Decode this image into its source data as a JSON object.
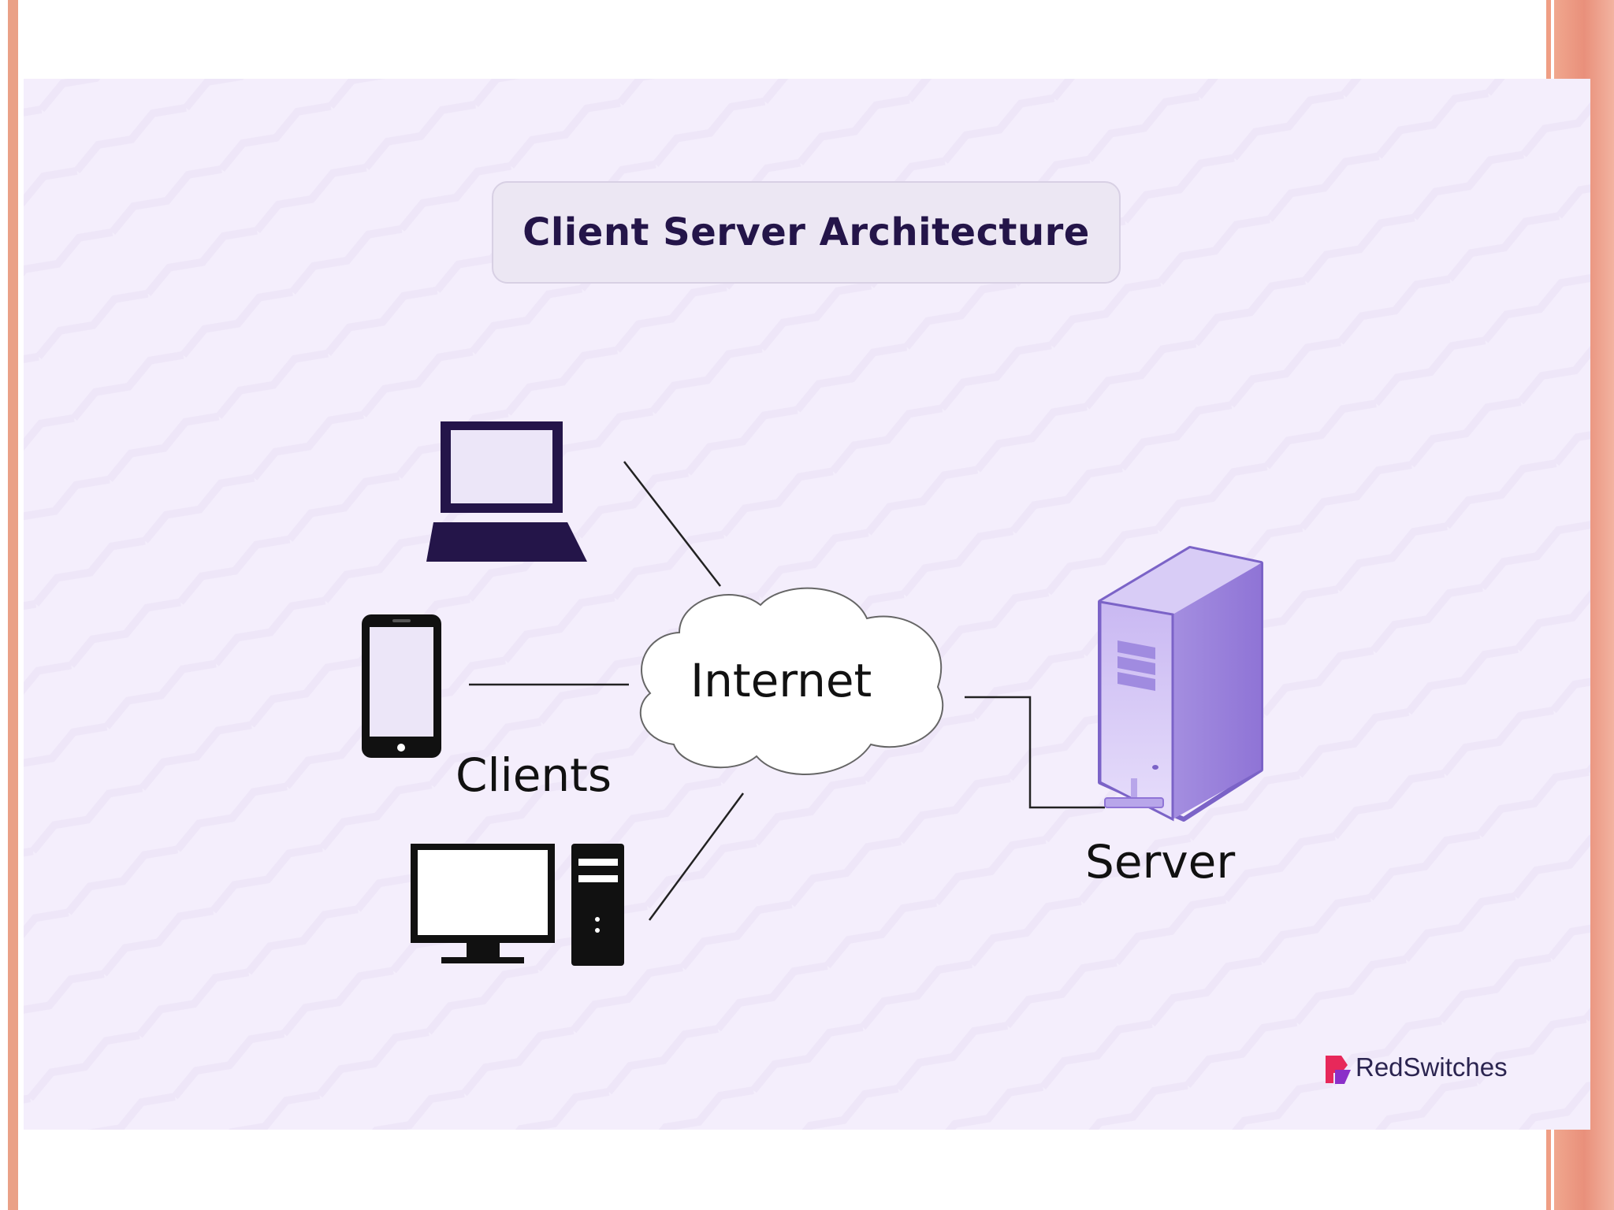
{
  "diagram": {
    "title": "Client Server Architecture",
    "nodes": {
      "internet": "Internet",
      "clients": "Clients",
      "server": "Server"
    },
    "client_devices": [
      "laptop-icon",
      "smartphone-icon",
      "desktop-computer-icon"
    ],
    "server_device": "server-tower-icon",
    "brand": "RedSwitches",
    "colors": {
      "accent": "#241549",
      "server": "#a48ee0",
      "background": "#f4eefc",
      "brand": "#e7285a"
    }
  }
}
